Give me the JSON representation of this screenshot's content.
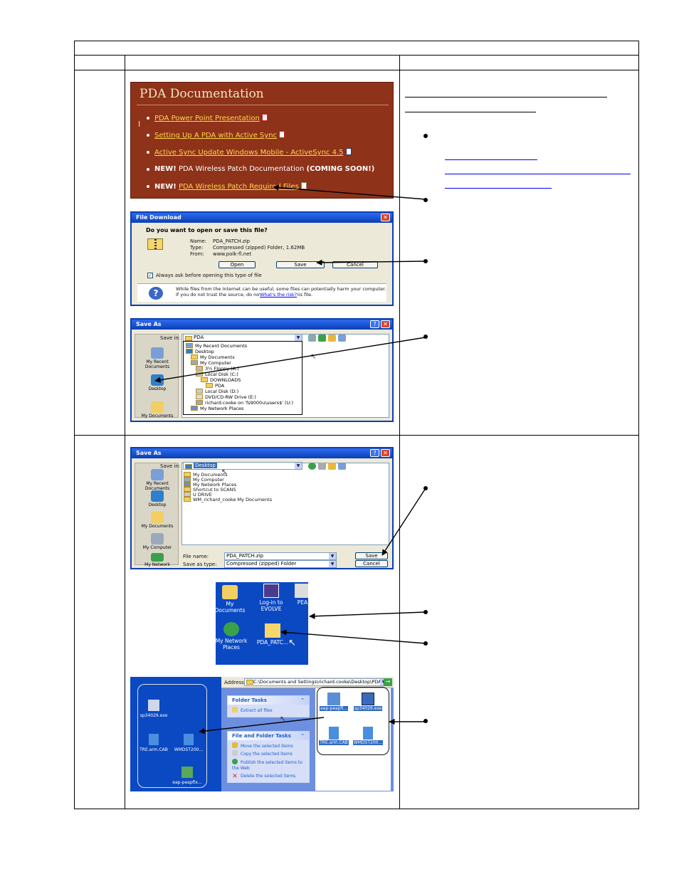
{
  "pda_doc": {
    "title": "PDA Documentation",
    "items": [
      {
        "text": "PDA Power Point Presentation",
        "link": true,
        "new": false
      },
      {
        "text": "Setting Up A PDA with Active Sync",
        "link": true,
        "new": false
      },
      {
        "text": "Active Sync Update Windows Mobile - ActiveSync 4.5",
        "link": true,
        "new": false
      },
      {
        "new_label": "NEW!",
        "text": "PDA Wireless Patch Documentation",
        "suffix": "(COMING SOON!)",
        "link": false,
        "new": true
      },
      {
        "new_label": "NEW!",
        "text": "PDA Wireless Patch Required Files",
        "link": true,
        "new": true
      }
    ]
  },
  "file_download": {
    "title": "File Download",
    "question": "Do you want to open or save this file?",
    "name_label": "Name:",
    "name_value": "PDA_PATCH.zip",
    "type_label": "Type:",
    "type_value": "Compressed (zipped) Folder, 1.62MB",
    "from_label": "From:",
    "from_value": "www.polk-fl.net",
    "open_btn": "Open",
    "save_btn": "Save",
    "cancel_btn": "Cancel",
    "always_ask": "Always ask before opening this type of file",
    "warning": "While files from the Internet can be useful, some files can potentially harm your computer. If you do not trust the source, do not open or save this file.",
    "whats_risk": "What's the risk?"
  },
  "save_as_1": {
    "title": "Save As",
    "save_in_label": "Save in:",
    "save_in_value": "PDA",
    "places": [
      "My Recent Documents",
      "Desktop",
      "My Documents"
    ],
    "dropdown": [
      {
        "label": "My Recent Documents",
        "indent": 0,
        "selected": false
      },
      {
        "label": "Desktop",
        "indent": 0,
        "selected": false
      },
      {
        "label": "My Documents",
        "indent": 1,
        "selected": false
      },
      {
        "label": "My Computer",
        "indent": 1,
        "selected": false
      },
      {
        "label": "3½ Floppy (A:)",
        "indent": 2,
        "selected": false
      },
      {
        "label": "Local Disk (C:)",
        "indent": 2,
        "selected": false
      },
      {
        "label": "DOWNLOADS",
        "indent": 3,
        "selected": false
      },
      {
        "label": "PDA",
        "indent": 4,
        "selected": true
      },
      {
        "label": "Local Disk (D:)",
        "indent": 2,
        "selected": false
      },
      {
        "label": "DVD/CD-RW Drive (E:)",
        "indent": 2,
        "selected": false
      },
      {
        "label": "richard.cooke on 'fs9000u\\users$' (U:)",
        "indent": 2,
        "selected": false
      },
      {
        "label": "My Network Places",
        "indent": 1,
        "selected": false
      }
    ]
  },
  "save_as_2": {
    "title": "Save As",
    "save_in_label": "Save in:",
    "save_in_value": "Desktop",
    "places": [
      "My Recent Documents",
      "Desktop",
      "My Documents",
      "My Computer",
      "My Network"
    ],
    "files": [
      "My Documents",
      "My Computer",
      "My Network Places",
      "Shortcut to SCANS",
      "U DRIVE",
      "WM_richard_cooke My Documents"
    ],
    "filename_label": "File name:",
    "filename_value": "PDA_PATCH.zip",
    "type_label": "Save as type:",
    "type_value": "Compressed (zipped) Folder",
    "save_btn": "Save",
    "cancel_btn": "Cancel"
  },
  "desktop_crop": {
    "icons": [
      {
        "label": "My Documents"
      },
      {
        "label": "Log-in to EVOLVE"
      },
      {
        "label": "PEA"
      },
      {
        "label": "My Network Places"
      },
      {
        "label": "PDA_PATC..."
      }
    ]
  },
  "explorer": {
    "address_label": "Address",
    "address_value": "C:\\Documents and Settings\\richard.cooke\\Desktop\\PDA",
    "folder_tasks_title": "Folder Tasks",
    "folder_tasks": [
      "Extract all files"
    ],
    "file_tasks_title": "File and Folder Tasks",
    "file_tasks": [
      "Move the selected items",
      "Copy the selected items",
      "Publish the selected items to the Web",
      "Delete the selected items"
    ],
    "selected_files": [
      "eap-peapfi...",
      "sp34029.exe",
      "TRE.arm.CAB",
      "WMDST200..."
    ],
    "desktop_files": [
      "sp34029.exe",
      "TRE.arm.CAB",
      "WMDST200...",
      "eap-peapfix..."
    ]
  },
  "colors": {
    "pda_bg": "#8e3219",
    "pda_link": "#ffd84a",
    "xp_title": "#0a3fb5",
    "desktop_blue": "#0b49c3"
  }
}
